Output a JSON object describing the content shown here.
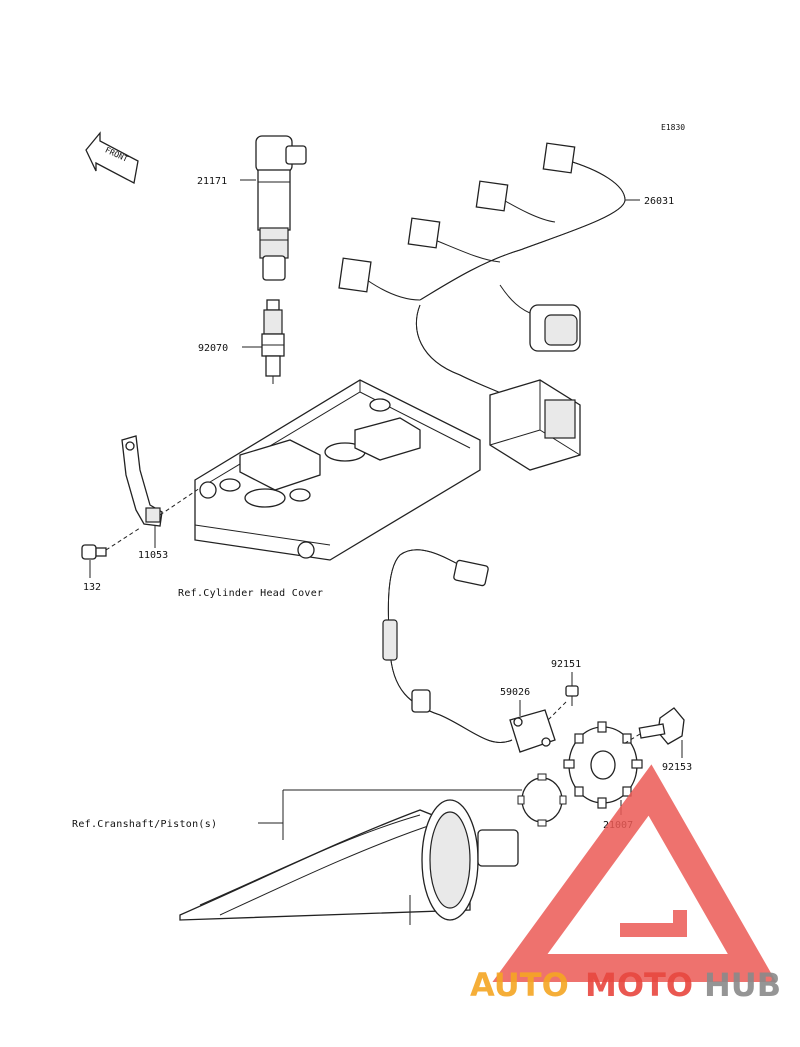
{
  "diagram_code": "E1830",
  "front_label": "FRONT",
  "parts": [
    {
      "id": "p21171",
      "number": "21171"
    },
    {
      "id": "p92070",
      "number": "92070"
    },
    {
      "id": "p26031",
      "number": "26031"
    },
    {
      "id": "p11053",
      "number": "11053"
    },
    {
      "id": "p132",
      "number": "132"
    },
    {
      "id": "p92151",
      "number": "92151"
    },
    {
      "id": "p59026",
      "number": "59026"
    },
    {
      "id": "p92153",
      "number": "92153"
    },
    {
      "id": "p21007",
      "number": "21007"
    }
  ],
  "references": {
    "cylinder_head_cover": "Ref.Cylinder Head Cover",
    "crankshaft_pistons": "Ref.Cranshaft/Piston(s)"
  },
  "watermark": {
    "text_auto": "AUTO",
    "text_moto": "MOTO",
    "text_hub": "HUB",
    "color_auto": "#f5a623",
    "color_moto": "#e8473f",
    "color_hub": "#8a8a8a"
  }
}
